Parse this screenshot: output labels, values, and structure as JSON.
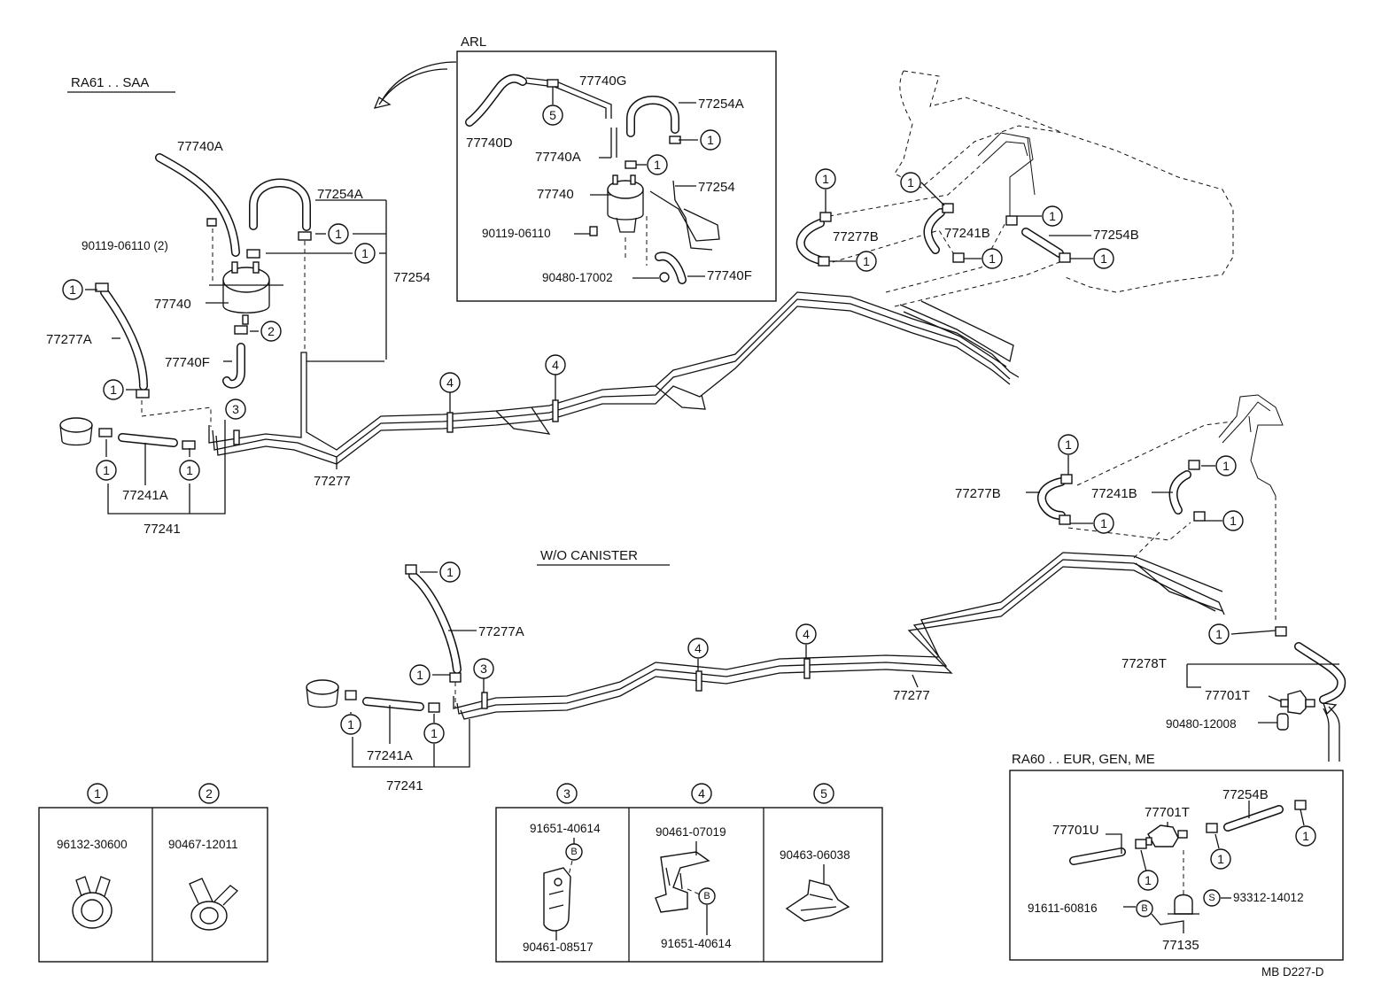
{
  "section_headers": {
    "ra61_saa": "RA61 . . SAA",
    "arl": "ARL",
    "wo_canister": "W/O CANISTER",
    "ra60_eur": "RA60 . . EUR, GEN, ME"
  },
  "ref_numbers": [
    "1",
    "2",
    "3",
    "4",
    "5"
  ],
  "bolt_marks": {
    "b": "B",
    "s": "S"
  },
  "main_labels": {
    "p77740A": "77740A",
    "p77254A": "77254A",
    "p77254": "77254",
    "p90119": "90119-06110 (2)",
    "p77740": "77740",
    "p77740F": "77740F",
    "p77277A": "77277A",
    "p77241A": "77241A",
    "p77241": "77241",
    "p77277": "77277"
  },
  "arl_labels": {
    "p77740G": "77740G",
    "p77254A": "77254A",
    "p77740D": "77740D",
    "p77740A": "77740A",
    "p77254": "77254",
    "p77740": "77740",
    "p90119": "90119-06110",
    "p90480": "90480-17002",
    "p77740F": "77740F"
  },
  "tank_labels": {
    "p77277B": "77277B",
    "p77241B": "77241B",
    "p77254B": "77254B"
  },
  "wo_labels": {
    "p77277A": "77277A",
    "p77241A": "77241A",
    "p77241": "77241",
    "p77277": "77277"
  },
  "right_labels": {
    "p77277B": "77277B",
    "p77241B": "77241B",
    "p77278T": "77278T",
    "p77701T": "77701T",
    "p90480": "90480-12008"
  },
  "eur_labels": {
    "p77701U": "77701U",
    "p77701T": "77701T",
    "p77254B": "77254B",
    "p91611": "91611-60816",
    "p93312": "93312-14012",
    "p77135": "77135"
  },
  "detail_boxes": {
    "d1": {
      "num": "1",
      "part": "96132-30600"
    },
    "d2": {
      "num": "2",
      "part": "90467-12011"
    },
    "d3": {
      "num": "3",
      "part_top": "91651-40614",
      "part_bottom": "90461-08517"
    },
    "d4": {
      "num": "4",
      "part_top": "90461-07019",
      "part_bottom": "91651-40614"
    },
    "d5": {
      "num": "5",
      "part": "90463-06038"
    }
  },
  "footer_code": "MB  D227-D"
}
